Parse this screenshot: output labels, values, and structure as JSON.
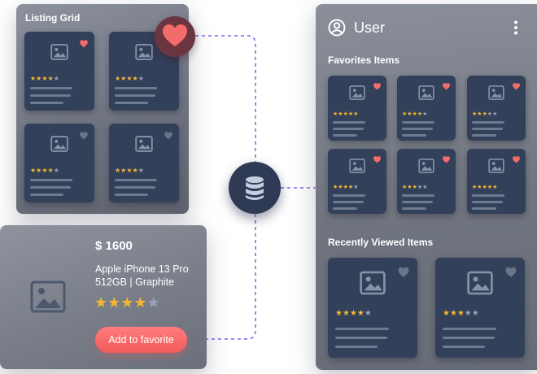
{
  "listing_grid": {
    "title": "Listing Grid",
    "cards": [
      {
        "favorite": true,
        "rating": 4
      },
      {
        "favorite": true,
        "rating": 4
      },
      {
        "favorite": false,
        "rating": 4
      },
      {
        "favorite": false,
        "rating": 4
      }
    ]
  },
  "product_detail": {
    "price": "$ 1600",
    "name_line1": "Apple iPhone 13 Pro",
    "name_line2": "512GB | Graphite",
    "rating": 4,
    "favorite_button": "Add to favorite"
  },
  "user_panel": {
    "title": "User",
    "favorites_heading": "Favorites Items",
    "favorites": [
      {
        "rating": 5
      },
      {
        "rating": 4
      },
      {
        "rating": 3
      },
      {
        "rating": 4
      },
      {
        "rating": 3
      },
      {
        "rating": 5
      }
    ],
    "recent_heading": "Recently Viewed Items",
    "recent": [
      {
        "rating": 4
      },
      {
        "rating": 3
      }
    ]
  },
  "colors": {
    "star_filled": "#f5b731",
    "star_empty": "#9aa3b5",
    "heart_active": "#f36b6b",
    "heart_inactive": "#6b7589",
    "connector": "#8a5cf0"
  },
  "icons": [
    "heart-icon",
    "database-icon",
    "image-icon",
    "user-circle-icon",
    "kebab-menu-icon",
    "star-icon"
  ]
}
